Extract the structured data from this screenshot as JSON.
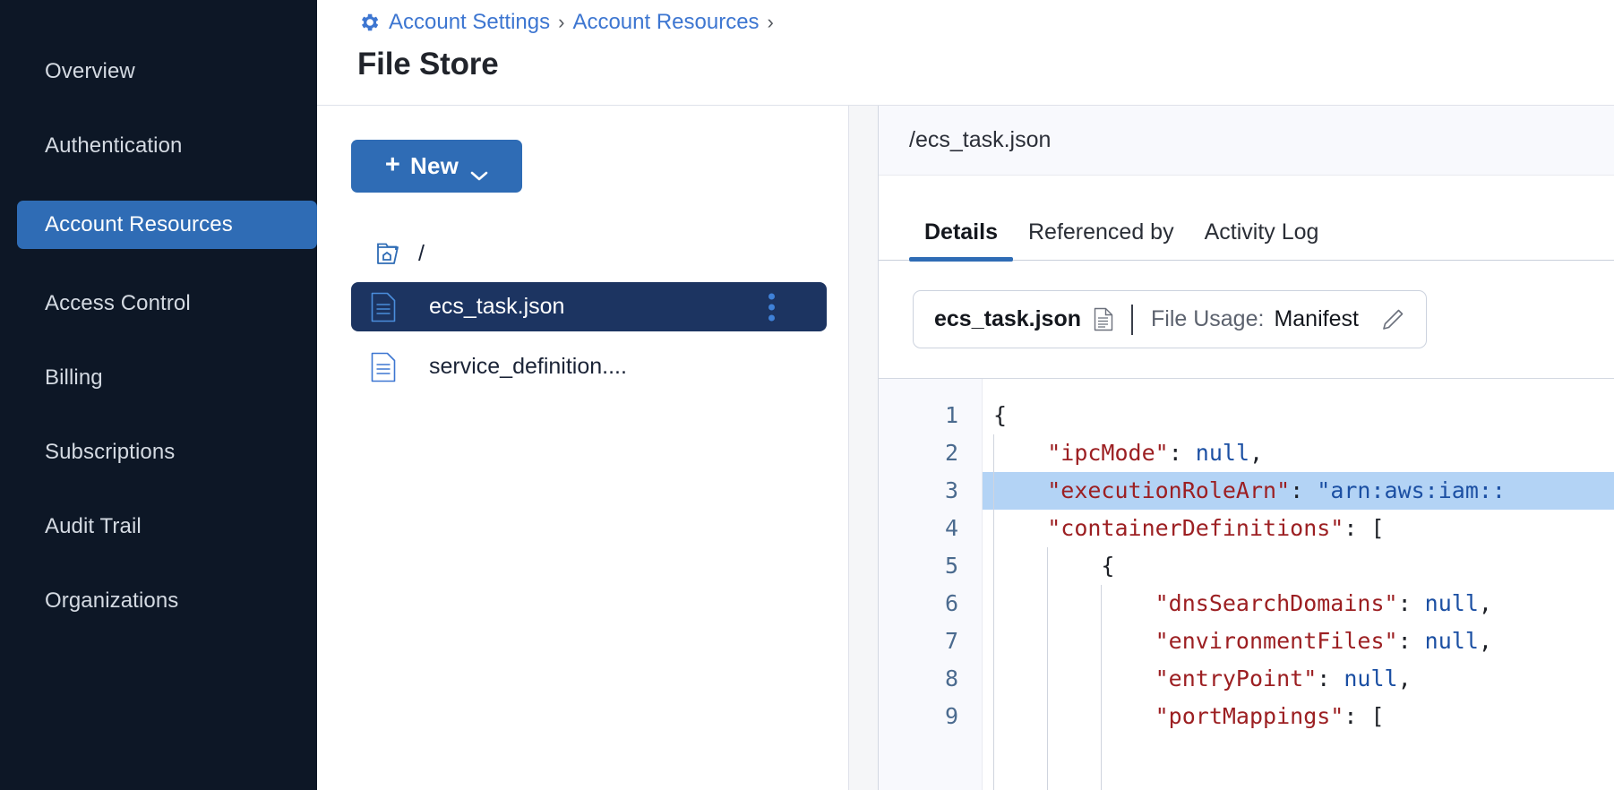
{
  "sidebar": {
    "items": [
      {
        "label": "Overview",
        "active": false
      },
      {
        "label": "Authentication",
        "active": false
      },
      {
        "label": "Account Resources",
        "active": true
      },
      {
        "label": "Access Control",
        "active": false
      },
      {
        "label": "Billing",
        "active": false
      },
      {
        "label": "Subscriptions",
        "active": false
      },
      {
        "label": "Audit Trail",
        "active": false
      },
      {
        "label": "Organizations",
        "active": false
      }
    ]
  },
  "header": {
    "breadcrumb": [
      "Account Settings",
      "Account Resources"
    ],
    "separator": "›",
    "gear_icon": "gear-icon",
    "title": "File Store"
  },
  "file_panel": {
    "new_button": {
      "label": "New",
      "plus": "+",
      "chevron": "chevron-down-icon"
    },
    "root": {
      "label": "/",
      "icon": "folder-home-icon"
    },
    "files": [
      {
        "name": "ecs_task.json",
        "selected": true,
        "icon": "file-json-icon",
        "menu": "kebab-menu-icon"
      },
      {
        "name": "service_definition....",
        "selected": false,
        "icon": "file-json-icon"
      }
    ]
  },
  "detail": {
    "path": "/ecs_task.json",
    "tabs": [
      {
        "label": "Details",
        "active": true
      },
      {
        "label": "Referenced by",
        "active": false
      },
      {
        "label": "Activity Log",
        "active": false
      }
    ],
    "usage_card": {
      "file_name": "ecs_task.json",
      "doc_icon": "document-icon",
      "usage_label": "File Usage:",
      "usage_value": "Manifest",
      "edit_icon": "pencil-icon"
    }
  },
  "editor": {
    "highlight_line": 3,
    "lines": [
      {
        "n": 1,
        "indent": 0,
        "segments": [
          {
            "t": "punc",
            "v": "{"
          }
        ]
      },
      {
        "n": 2,
        "indent": 1,
        "segments": [
          {
            "t": "key",
            "v": "\"ipcMode\""
          },
          {
            "t": "punc",
            "v": ": "
          },
          {
            "t": "val",
            "v": "null"
          },
          {
            "t": "punc",
            "v": ","
          }
        ]
      },
      {
        "n": 3,
        "indent": 1,
        "segments": [
          {
            "t": "key",
            "v": "\"executionRoleArn\""
          },
          {
            "t": "punc",
            "v": ": "
          },
          {
            "t": "val",
            "v": "\"arn:aws:iam::"
          }
        ]
      },
      {
        "n": 4,
        "indent": 1,
        "segments": [
          {
            "t": "key",
            "v": "\"containerDefinitions\""
          },
          {
            "t": "punc",
            "v": ": ["
          }
        ]
      },
      {
        "n": 5,
        "indent": 2,
        "segments": [
          {
            "t": "punc",
            "v": "{"
          }
        ]
      },
      {
        "n": 6,
        "indent": 3,
        "segments": [
          {
            "t": "key",
            "v": "\"dnsSearchDomains\""
          },
          {
            "t": "punc",
            "v": ": "
          },
          {
            "t": "val",
            "v": "null"
          },
          {
            "t": "punc",
            "v": ","
          }
        ]
      },
      {
        "n": 7,
        "indent": 3,
        "segments": [
          {
            "t": "key",
            "v": "\"environmentFiles\""
          },
          {
            "t": "punc",
            "v": ": "
          },
          {
            "t": "val",
            "v": "null"
          },
          {
            "t": "punc",
            "v": ","
          }
        ]
      },
      {
        "n": 8,
        "indent": 3,
        "segments": [
          {
            "t": "key",
            "v": "\"entryPoint\""
          },
          {
            "t": "punc",
            "v": ": "
          },
          {
            "t": "val",
            "v": "null"
          },
          {
            "t": "punc",
            "v": ","
          }
        ]
      },
      {
        "n": 9,
        "indent": 3,
        "segments": [
          {
            "t": "key",
            "v": "\"portMappings\""
          },
          {
            "t": "punc",
            "v": ": ["
          }
        ]
      }
    ]
  },
  "colors": {
    "sidebar_bg": "#0d1726",
    "accent_blue": "#2f6cb5",
    "selected_row": "#1c3461",
    "link_blue": "#3d76d1",
    "code_key": "#9c1f22",
    "code_value": "#1b4fa3",
    "highlight_bg": "#b3d3f5"
  }
}
